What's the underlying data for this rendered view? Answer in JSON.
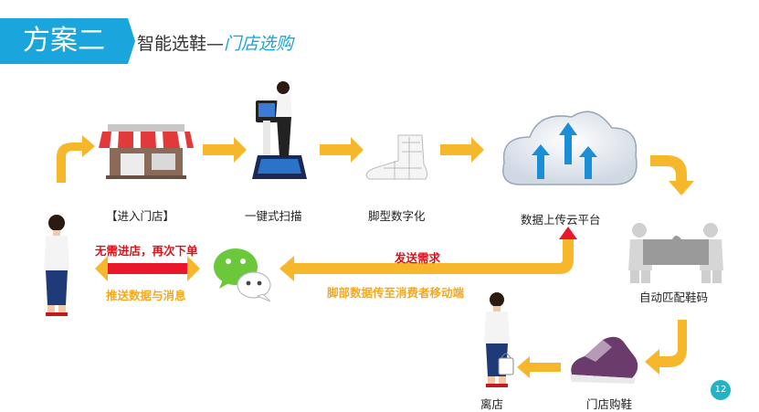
{
  "header": {
    "badge": "方案二",
    "title": "智能选鞋",
    "separator": "—",
    "subtitle": "门店选购"
  },
  "steps": {
    "enter_store": "【进入门店】",
    "scan": "一键式扫描",
    "digitize": "脚型数字化",
    "upload": "数据上传云平台",
    "match": "自动匹配鞋码",
    "buy": "门店购鞋",
    "leave": "离店"
  },
  "messages": {
    "no_revisit": "无需进店，再次下单",
    "push": "推送数据与消息",
    "send_request": "发送需求",
    "transfer": "脚部数据传至消费者移动端"
  },
  "page_number": "12",
  "colors": {
    "accent": "#1aa6dd",
    "arrow": "#f7b72b",
    "red": "#d9121a",
    "wechat": "#6ac83a"
  }
}
